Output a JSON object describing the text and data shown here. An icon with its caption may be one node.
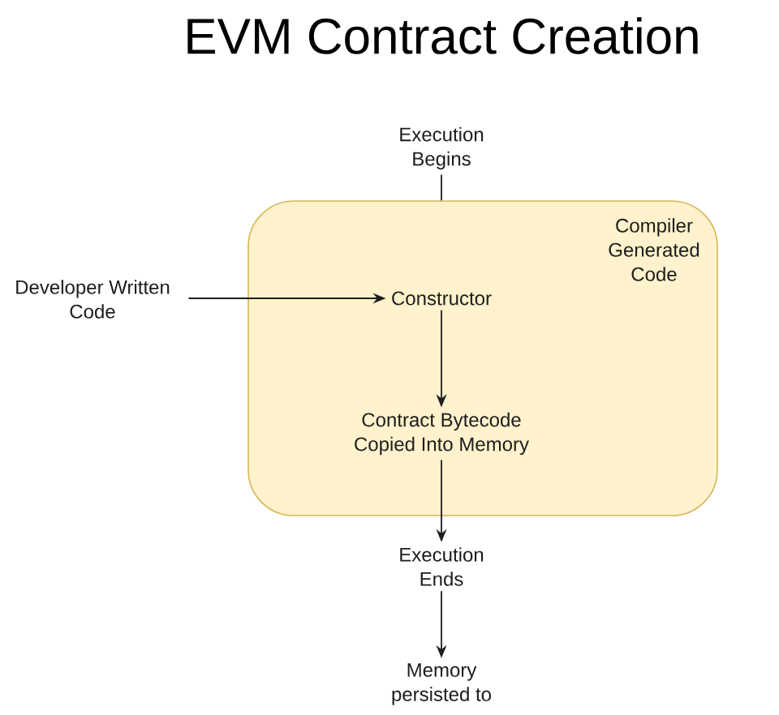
{
  "diagram": {
    "title": "EVM Contract Creation",
    "nodes": [
      {
        "text": [
          "Execution Begins"
        ]
      },
      {
        "text": [
          "Compiler Generated Code"
        ]
      },
      {
        "text": [
          "Developer Written Code"
        ]
      },
      {
        "text": [
          "Constructor"
        ],
        "in": 1
      },
      {
        "text": [
          "Contract Bytecode Copied Into Memory"
        ],
        "in": 1
      },
      {
        "text": [
          "Execution Ends"
        ]
      },
      {
        "text": [
          "Memory persisted to"
        ]
      }
    ],
    "edges": [
      {
        "from": 0,
        "to": 1,
        "arrow": "none"
      },
      {
        "from": 2,
        "to": 3,
        "arrow": "to"
      },
      {
        "from": 3,
        "to": 4,
        "arrow": "to"
      },
      {
        "from": 4,
        "to": 5,
        "arrow": "to"
      },
      {
        "from": 5,
        "to": 6,
        "arrow": "to"
      }
    ]
  }
}
